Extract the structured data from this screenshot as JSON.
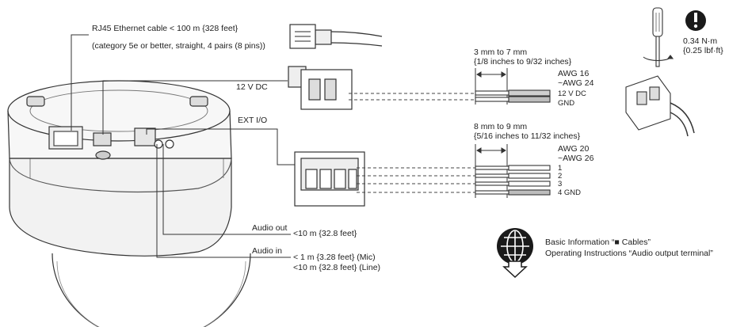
{
  "ethernet": {
    "title": "RJ45 Ethernet cable < 100 m {328 feet}",
    "spec": "(category 5e or better, straight, 4 pairs (8 pins))"
  },
  "power": {
    "connector_label": "12 V DC",
    "strip_length": "3 mm to 7 mm",
    "strip_length_in": "{1/8 inches to 9/32 inches}",
    "awg_top": "AWG 16",
    "awg_bottom": "~AWG 24",
    "wire_1": "12 V DC",
    "wire_2": "GND"
  },
  "ext_io": {
    "connector_label": "EXT I/O",
    "strip_length": "8 mm to 9 mm",
    "strip_length_in": "{5/16 inches to 11/32 inches}",
    "awg_top": "AWG 20",
    "awg_bottom": "~AWG 26",
    "pins": [
      "1",
      "2",
      "3",
      "4  GND"
    ]
  },
  "torque": {
    "value": "0.34 N·m",
    "value_imperial": "{0.25 lbf·ft}"
  },
  "audio_out": {
    "label": "Audio out",
    "length": "<10 m {32.8 feet}"
  },
  "audio_in": {
    "label": "Audio in",
    "length_mic": "<  1 m {3.28 feet} (Mic)",
    "length_line": "<10 m {32.8 feet} (Line)"
  },
  "reference": {
    "line_1": "Basic Information “■ Cables”",
    "line_2": "Operating Instructions “Audio output terminal”"
  },
  "icons": [
    "globe-icon",
    "caution-icon",
    "screwdriver-icon"
  ]
}
